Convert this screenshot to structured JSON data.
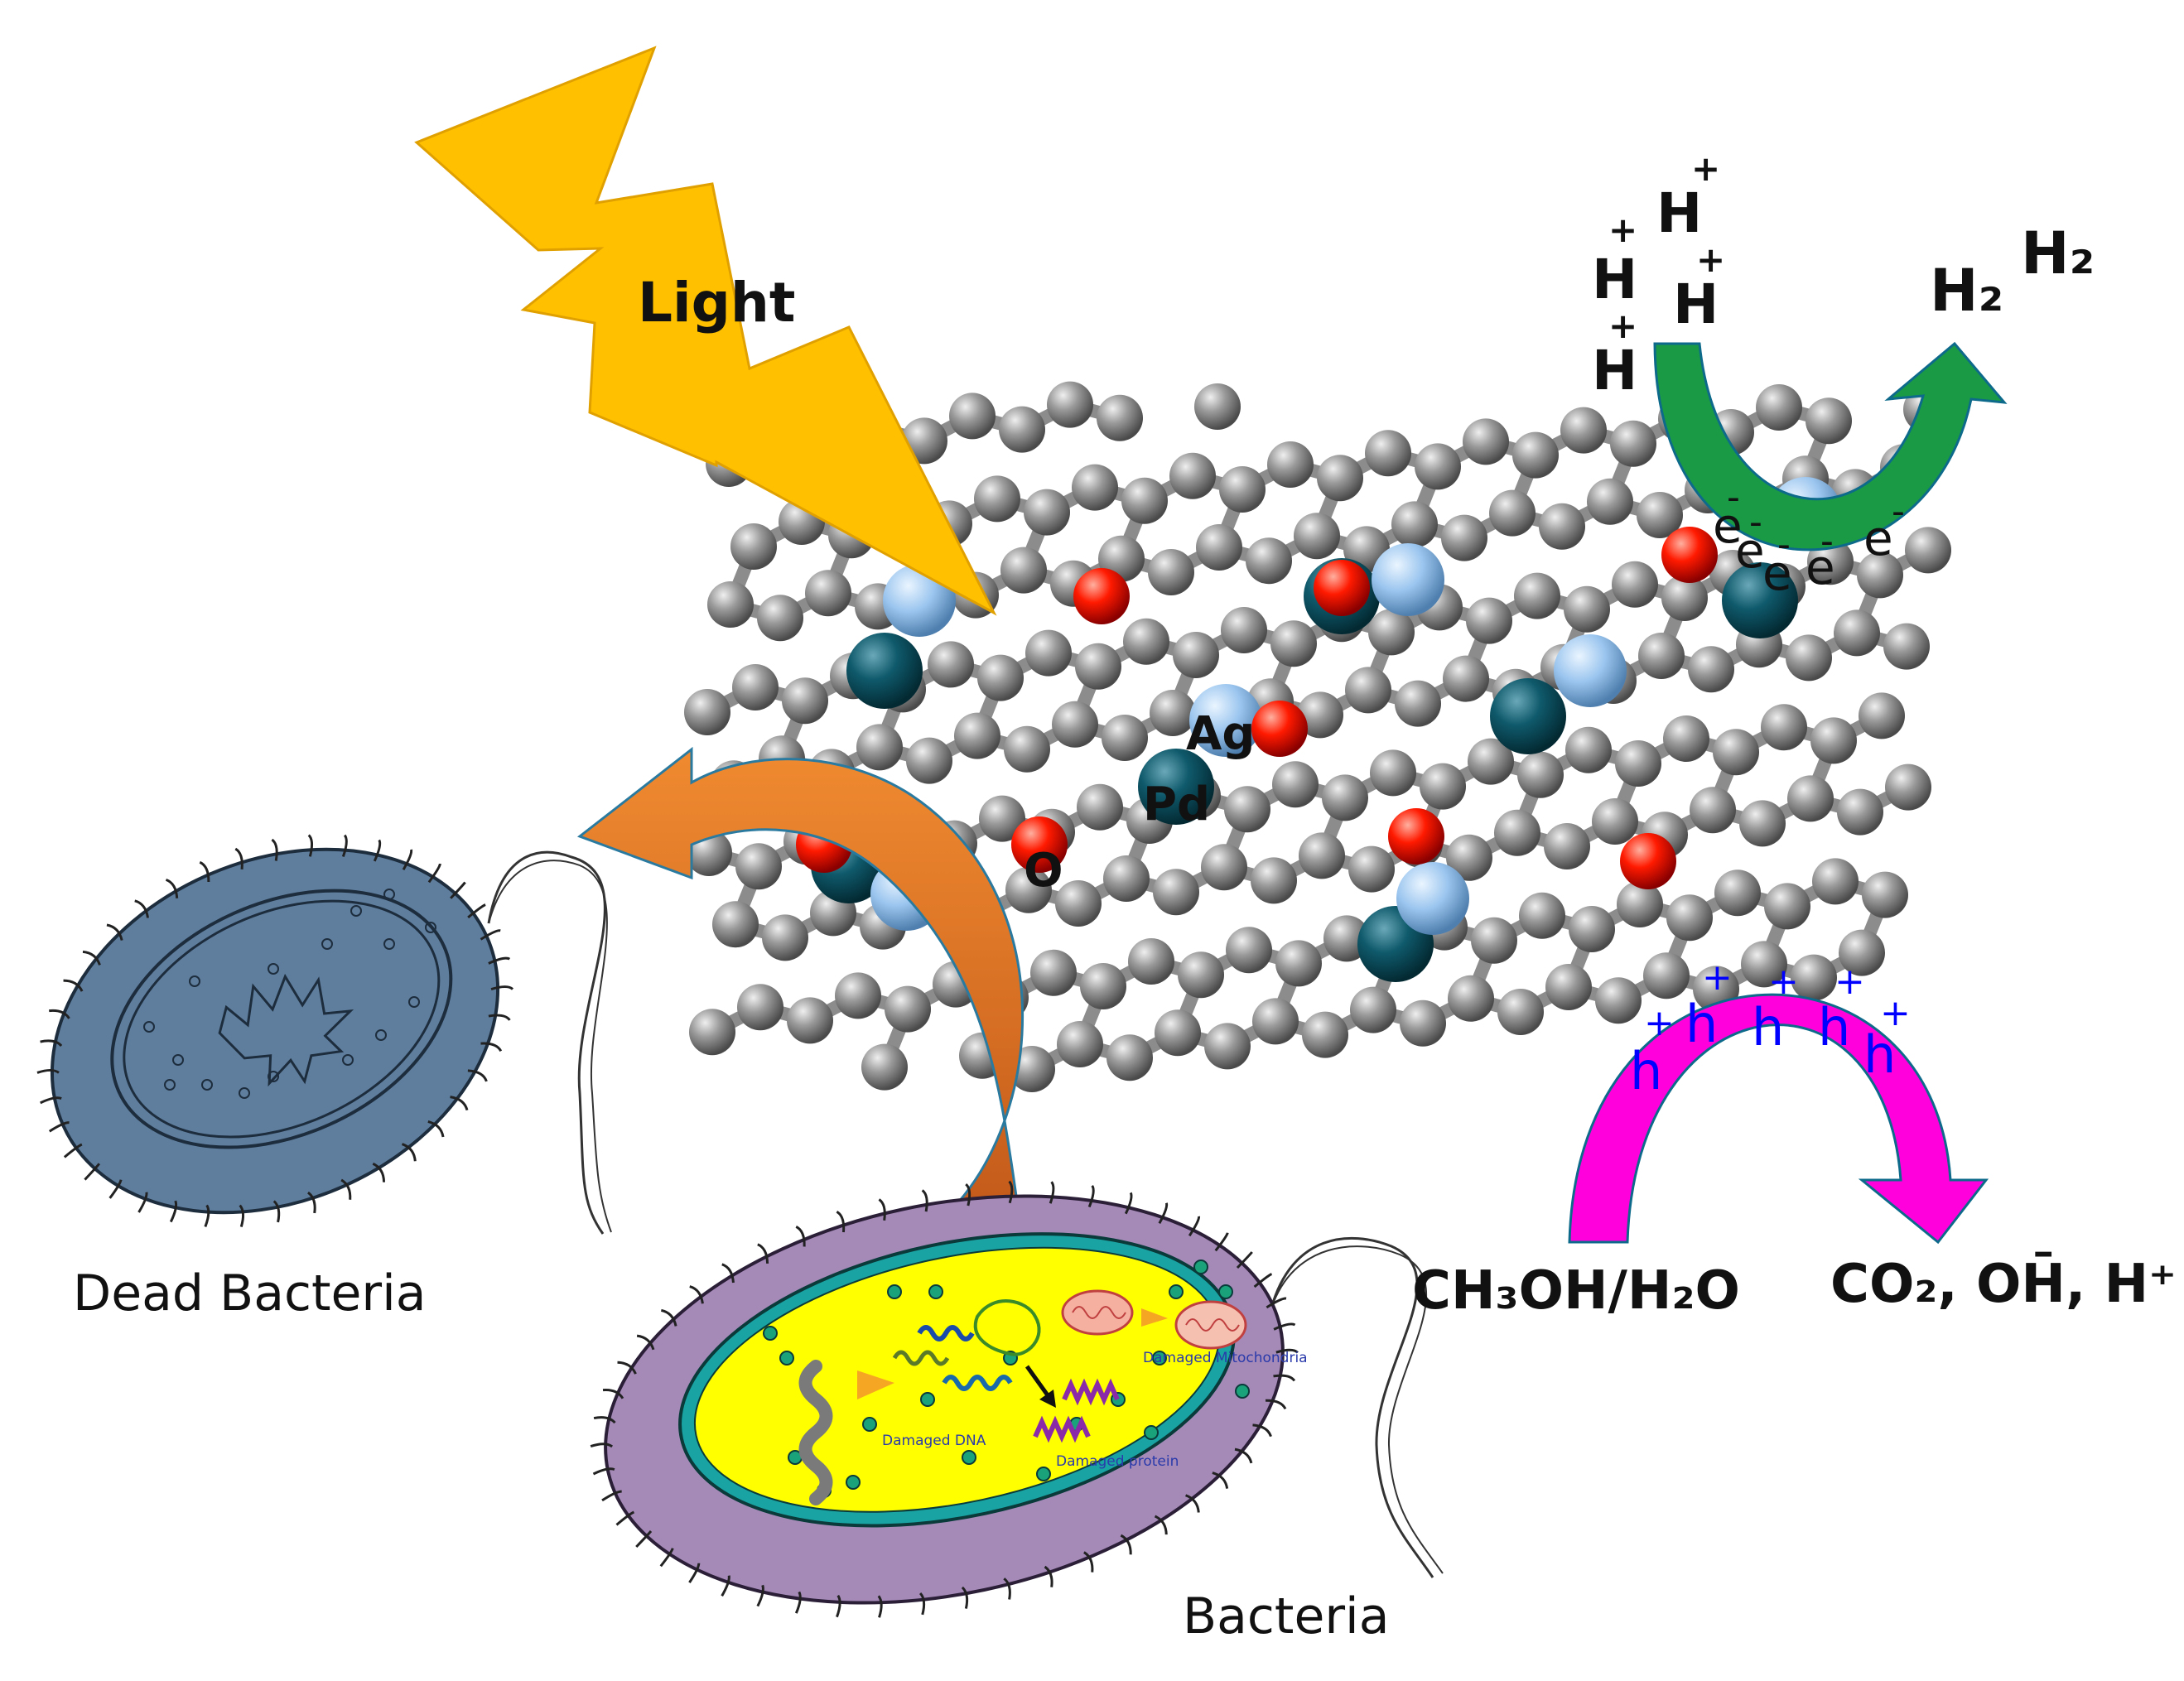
{
  "labels": {
    "light": "Light",
    "ag": "Ag",
    "pd": "Pd",
    "o": "O",
    "dead_bacteria": "Dead Bacteria",
    "bacteria": "Bacteria",
    "methanol_water": "CH₃OH/H₂O",
    "products": "CO₂, OH̄, H⁺",
    "h2_a": "H₂",
    "h2_b": "H₂",
    "proton": "H",
    "plus": "+",
    "electron": "e",
    "minus": "-",
    "hole": "h",
    "inner_damaged_dna": "Damaged DNA",
    "inner_damaged_protein": "Damaged protein",
    "inner_damaged_mito": "Damaged Mitochondria"
  },
  "colors": {
    "lightning": "#FFC000",
    "carbon": "#8c8c8c",
    "oxygen": "#ff1a00",
    "silver": "#9cc6ef",
    "palladium": "#0f5a6c",
    "green_arrow": "#1a9a45",
    "magenta_arrow": "#ff00dd",
    "orange_arrow": "#e8761e",
    "dead_bacteria": "#5c7a9a",
    "live_bacteria": "#a58ab8",
    "cytoplasm": "#ffff00",
    "membrane": "#1a9a9a",
    "hole_text": "#0000ff"
  }
}
